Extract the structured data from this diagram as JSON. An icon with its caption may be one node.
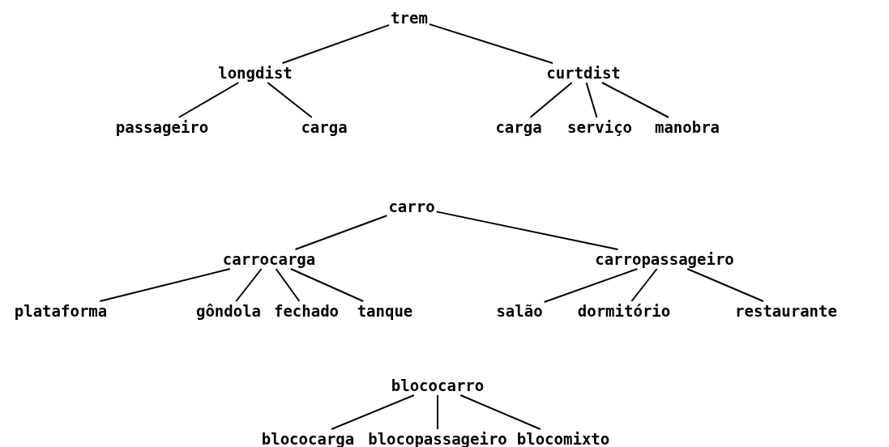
{
  "diagram": {
    "nodes": [
      {
        "text": [
          "trem"
        ]
      },
      {
        "text": [
          "longdist"
        ]
      },
      {
        "text": [
          "curtdist"
        ]
      },
      {
        "text": [
          "passageiro"
        ]
      },
      {
        "text": [
          "carga"
        ]
      },
      {
        "text": [
          "carga"
        ]
      },
      {
        "text": [
          "serviço"
        ]
      },
      {
        "text": [
          "manobra"
        ]
      },
      {
        "text": [
          "carro"
        ]
      },
      {
        "text": [
          "carrocarga"
        ]
      },
      {
        "text": [
          "carropassageiro"
        ]
      },
      {
        "text": [
          "plataforma"
        ]
      },
      {
        "text": [
          "gôndola"
        ]
      },
      {
        "text": [
          "fechado"
        ]
      },
      {
        "text": [
          "tanque"
        ]
      },
      {
        "text": [
          "salão"
        ]
      },
      {
        "text": [
          "dormitório"
        ]
      },
      {
        "text": [
          "restaurante"
        ]
      },
      {
        "text": [
          "blococarro"
        ]
      },
      {
        "text": [
          "blococarga"
        ]
      },
      {
        "text": [
          "blocopassageiro"
        ]
      },
      {
        "text": [
          "blocomixto"
        ]
      }
    ],
    "edges": [
      {
        "from": 0,
        "to": 1,
        "arrow": "none"
      },
      {
        "from": 0,
        "to": 2,
        "arrow": "none"
      },
      {
        "from": 1,
        "to": 3,
        "arrow": "none"
      },
      {
        "from": 1,
        "to": 4,
        "arrow": "none"
      },
      {
        "from": 2,
        "to": 5,
        "arrow": "none"
      },
      {
        "from": 2,
        "to": 6,
        "arrow": "none"
      },
      {
        "from": 2,
        "to": 7,
        "arrow": "none"
      },
      {
        "from": 8,
        "to": 9,
        "arrow": "none"
      },
      {
        "from": 8,
        "to": 10,
        "arrow": "none"
      },
      {
        "from": 9,
        "to": 11,
        "arrow": "none"
      },
      {
        "from": 9,
        "to": 12,
        "arrow": "none"
      },
      {
        "from": 9,
        "to": 13,
        "arrow": "none"
      },
      {
        "from": 9,
        "to": 14,
        "arrow": "none"
      },
      {
        "from": 10,
        "to": 15,
        "arrow": "none"
      },
      {
        "from": 10,
        "to": 16,
        "arrow": "none"
      },
      {
        "from": 10,
        "to": 17,
        "arrow": "none"
      },
      {
        "from": 18,
        "to": 19,
        "arrow": "none"
      },
      {
        "from": 18,
        "to": 20,
        "arrow": "none"
      },
      {
        "from": 18,
        "to": 21,
        "arrow": "none"
      }
    ]
  }
}
